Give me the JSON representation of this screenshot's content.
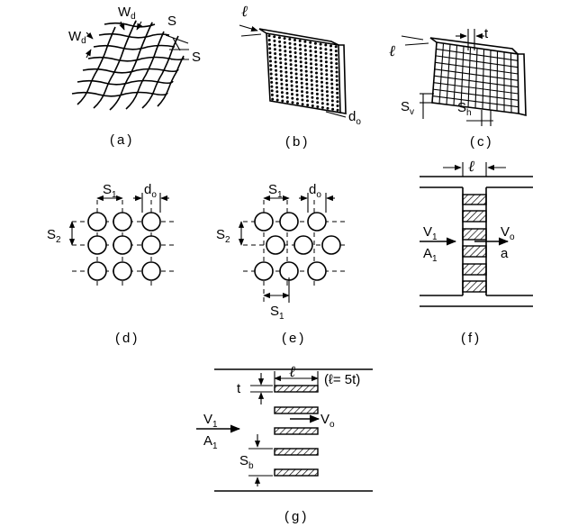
{
  "labels": {
    "a": "(a)",
    "b": "(b)",
    "c": "(c)",
    "d": "(d)",
    "e": "(e)",
    "f": "(f)",
    "g": "(g)"
  },
  "a": {
    "wd": "W",
    "wd_sub": "d",
    "s": "S"
  },
  "b": {
    "l": "ℓ",
    "d": "d",
    "d_sub": "o"
  },
  "c": {
    "l": "ℓ",
    "t": "t",
    "sv": "S",
    "sv_sub": "v",
    "sh": "S",
    "sh_sub": "h"
  },
  "d": {
    "s1": "S",
    "s1_sub": "1",
    "d": "d",
    "d_sub": "o",
    "s2": "S",
    "s2_sub": "2"
  },
  "e": {
    "s1": "S",
    "s1_sub": "1",
    "d": "d",
    "d_sub": "o",
    "s2": "S",
    "s2_sub": "2"
  },
  "f": {
    "l": "ℓ",
    "v1": "V",
    "v1_sub": "1",
    "a1": "A",
    "a1_sub": "1",
    "vo": "V",
    "vo_sub": "o",
    "a": "a"
  },
  "g": {
    "t": "t",
    "l": "ℓ",
    "eq": "(ℓ= 5t)",
    "v1": "V",
    "v1_sub": "1",
    "a1": "A",
    "a1_sub": "1",
    "vo": "V",
    "vo_sub": "o",
    "sb": "S",
    "sb_sub": "b"
  }
}
